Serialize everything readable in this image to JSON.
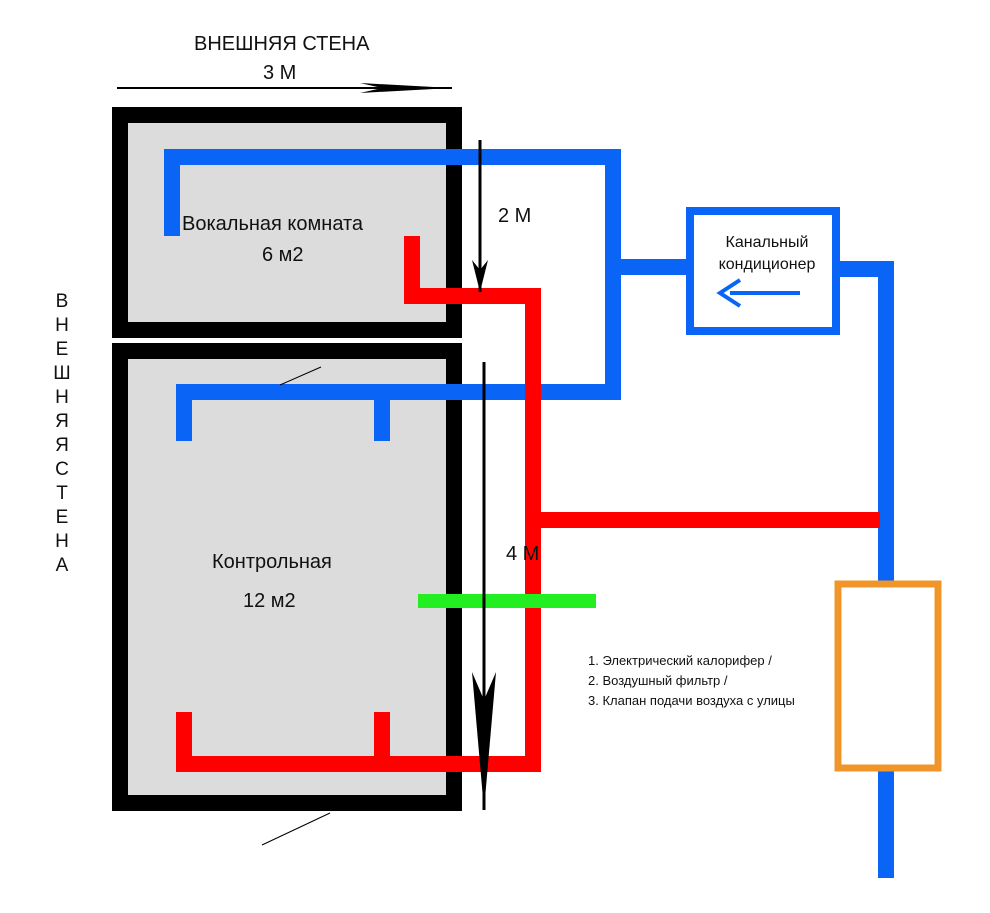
{
  "labels": {
    "top_wall": "ВНЕШНЯЯ СТЕНА",
    "top_dimension": "3 М",
    "side_wall": "ВНЕШНЯЯ СТЕНА",
    "dim_vocal": "2 М",
    "dim_control": "4 М"
  },
  "rooms": {
    "vocal": {
      "name": "Вокальная комната",
      "area": "6 м2"
    },
    "control": {
      "name": "Контрольная",
      "area": "12 м2"
    }
  },
  "ac_unit": {
    "line1": "Канальный",
    "line2": "кондиционер"
  },
  "notes": [
    "1. Электрический калорифер /",
    "2. Воздушный фильтр /",
    "3. Клапан подачи воздуха с улицы"
  ],
  "colors": {
    "wall": "#000000",
    "room_fill": "#dcdcdc",
    "supply_duct": "#0a64f5",
    "return_duct": "#ff0000",
    "green_line": "#22ee22",
    "filter_box": "#f0952a"
  }
}
